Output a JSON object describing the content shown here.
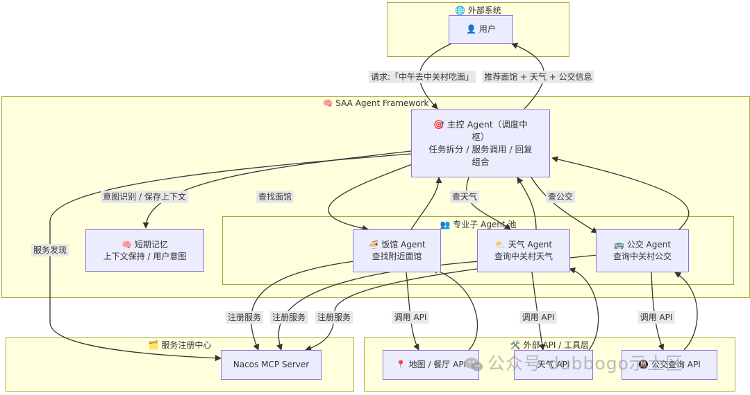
{
  "clusters": {
    "external": "🌐 外部系统",
    "framework": "🧠 SAA Agent Framework",
    "pool": "👥 专业子 Agent 池",
    "registry": "🗂️ 服务注册中心",
    "api_layer": "🛠️ 外部 API / 工具层"
  },
  "nodes": {
    "user": "👤 用户",
    "master": [
      "🎯 主控 Agent（调度中",
      "枢）",
      "任务拆分 / 服务调用 / 回复",
      "组合"
    ],
    "memory": [
      "🧠 短期记忆",
      "上下文保持 / 用户意图"
    ],
    "restaurant": [
      "🍜 饭馆 Agent",
      "查找附近面馆"
    ],
    "weather": [
      "⛅ 天气 Agent",
      "查询中关村天气"
    ],
    "bus": [
      "🚌 公交 Agent",
      "查询中关村公交"
    ],
    "nacos": "Nacos MCP Server",
    "map_api": "📍 地图 / 餐厅 API",
    "weather_api": "天气 API",
    "bus_api": "🚇 公交查询 API"
  },
  "edges": {
    "request": "请求:「中午去中关村吃面」",
    "recommend": "推荐面馆 + 天气 + 公交信息",
    "intent": "意图识别 / 保存上下文",
    "find_restaurant": "查找面馆",
    "check_weather": "查天气",
    "check_bus": "查公交",
    "discovery": "服务发现",
    "register_1": "注册服务",
    "register_2": "注册服务",
    "register_3": "注册服务",
    "call_api_1": "调用 API",
    "call_api_2": "调用 API",
    "call_api_3": "调用 API"
  },
  "watermark": "公众号·dubbogo示土区"
}
